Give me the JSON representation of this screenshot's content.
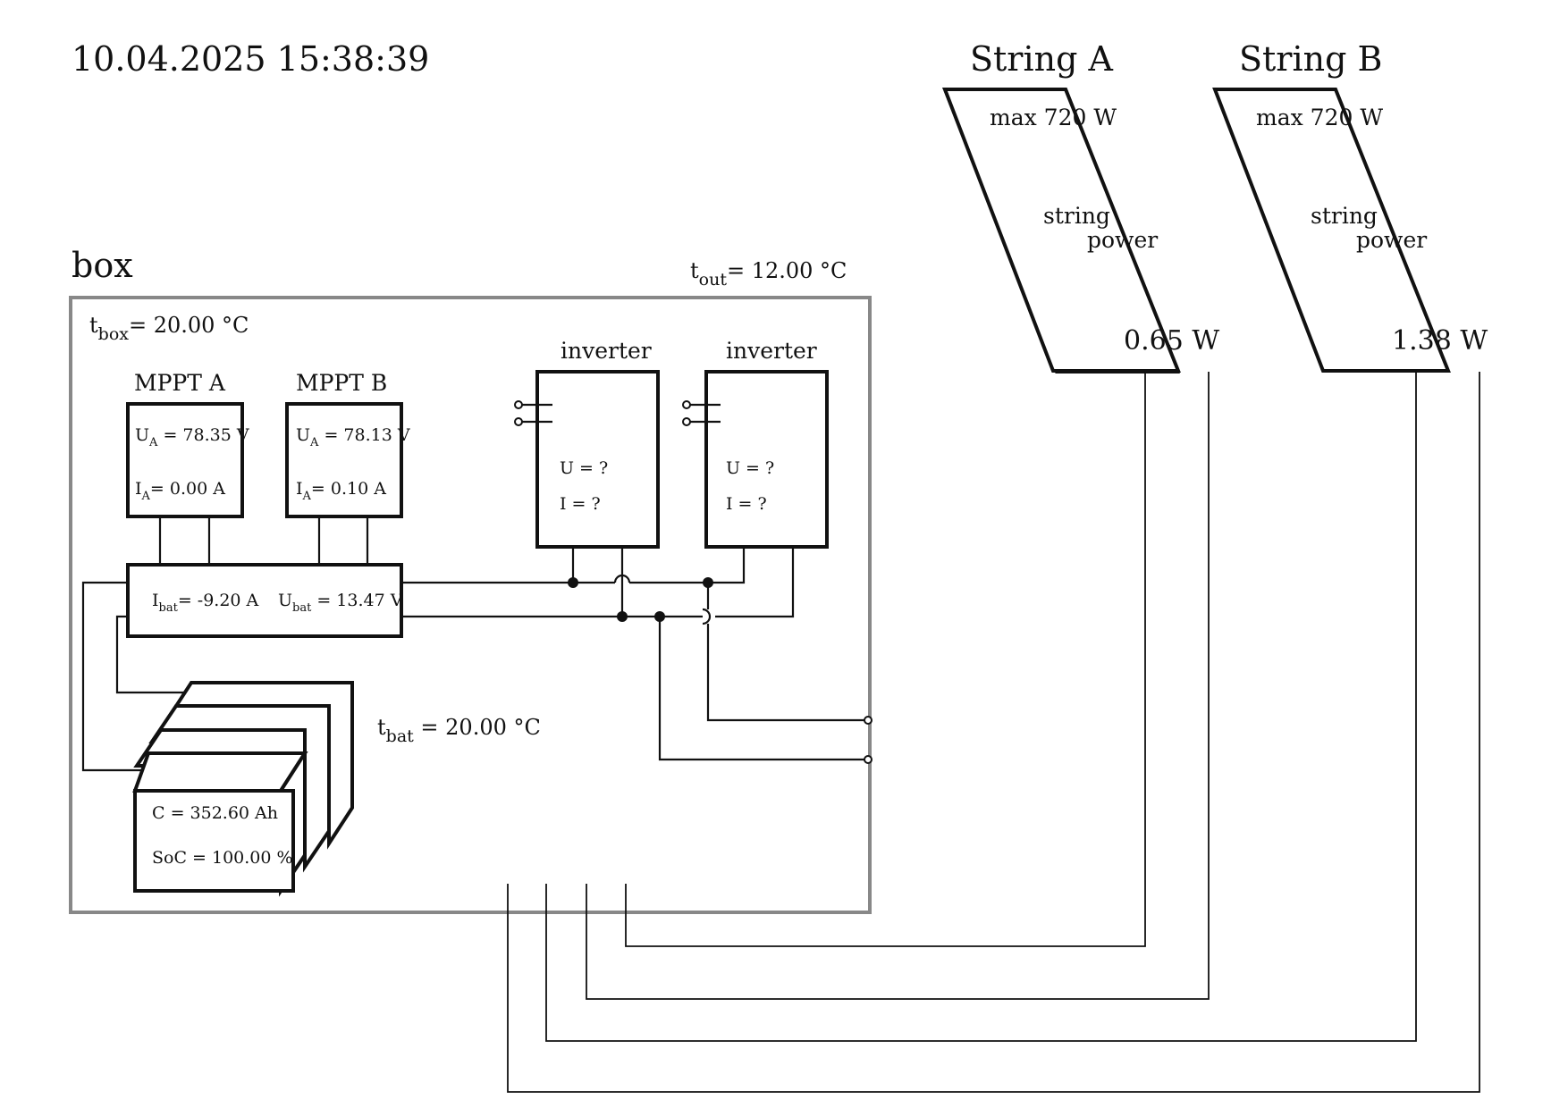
{
  "timestamp": "10.04.2025 15:38:39",
  "box": {
    "title": "box",
    "t_box": {
      "symbol": "t",
      "sub": "box",
      "value": "= 20.00 °C"
    },
    "t_out": {
      "symbol": "t",
      "sub": "out",
      "value": "= 12.00 °C"
    },
    "t_bat": {
      "symbol": "t",
      "sub": "bat",
      "value": " = 20.00 °C"
    }
  },
  "mppt": [
    {
      "title": "MPPT A",
      "u_sym": "U",
      "u_sub": "A",
      "u_val": " = 78.35 V",
      "i_sym": "I",
      "i_sub": "A",
      "i_val": "= 0.00 A"
    },
    {
      "title": "MPPT B",
      "u_sym": "U",
      "u_sub": "A",
      "u_val": " = 78.13 V",
      "i_sym": "I",
      "i_sub": "A",
      "i_val": "= 0.10 A"
    }
  ],
  "controller": {
    "i_sym": "I",
    "i_sub": "bat",
    "i_val": "= -9.20 A",
    "u_sym": "U",
    "u_sub": "bat",
    "u_val": " = 13.47 V"
  },
  "inverters": [
    {
      "title": "inverter",
      "u": "U = ?",
      "i": "I = ?"
    },
    {
      "title": "inverter",
      "u": "U = ?",
      "i": "I = ?"
    }
  ],
  "battery": {
    "capacity": "C = 352.60 Ah",
    "soc": "SoC = 100.00 %"
  },
  "strings": [
    {
      "title": "String A",
      "max": "max 720 W",
      "label1": "string",
      "label2": "power",
      "power": "0.65 W"
    },
    {
      "title": "String B",
      "max": "max 720 W",
      "label1": "string",
      "label2": "power",
      "power": "1.38 W"
    }
  ]
}
